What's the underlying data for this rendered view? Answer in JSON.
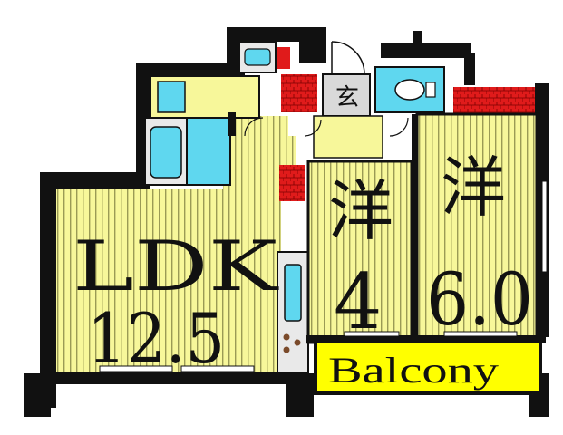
{
  "rooms": {
    "ldk": {
      "name": "LDK",
      "size": "12.5"
    },
    "western_small": {
      "name": "洋",
      "size": "4"
    },
    "western_large": {
      "name": "洋",
      "size": "6.0"
    },
    "entrance": {
      "name": "玄"
    },
    "balcony": {
      "name": "Balcony"
    }
  },
  "colors": {
    "floor": "#f7f79a",
    "stripe": "#9a9a55",
    "wall": "#111111",
    "wet_area": "#5fd7ef",
    "balcony": "#ffff00",
    "storage_red": "#e01b1b",
    "entrance_floor": "#d9d9d9"
  }
}
